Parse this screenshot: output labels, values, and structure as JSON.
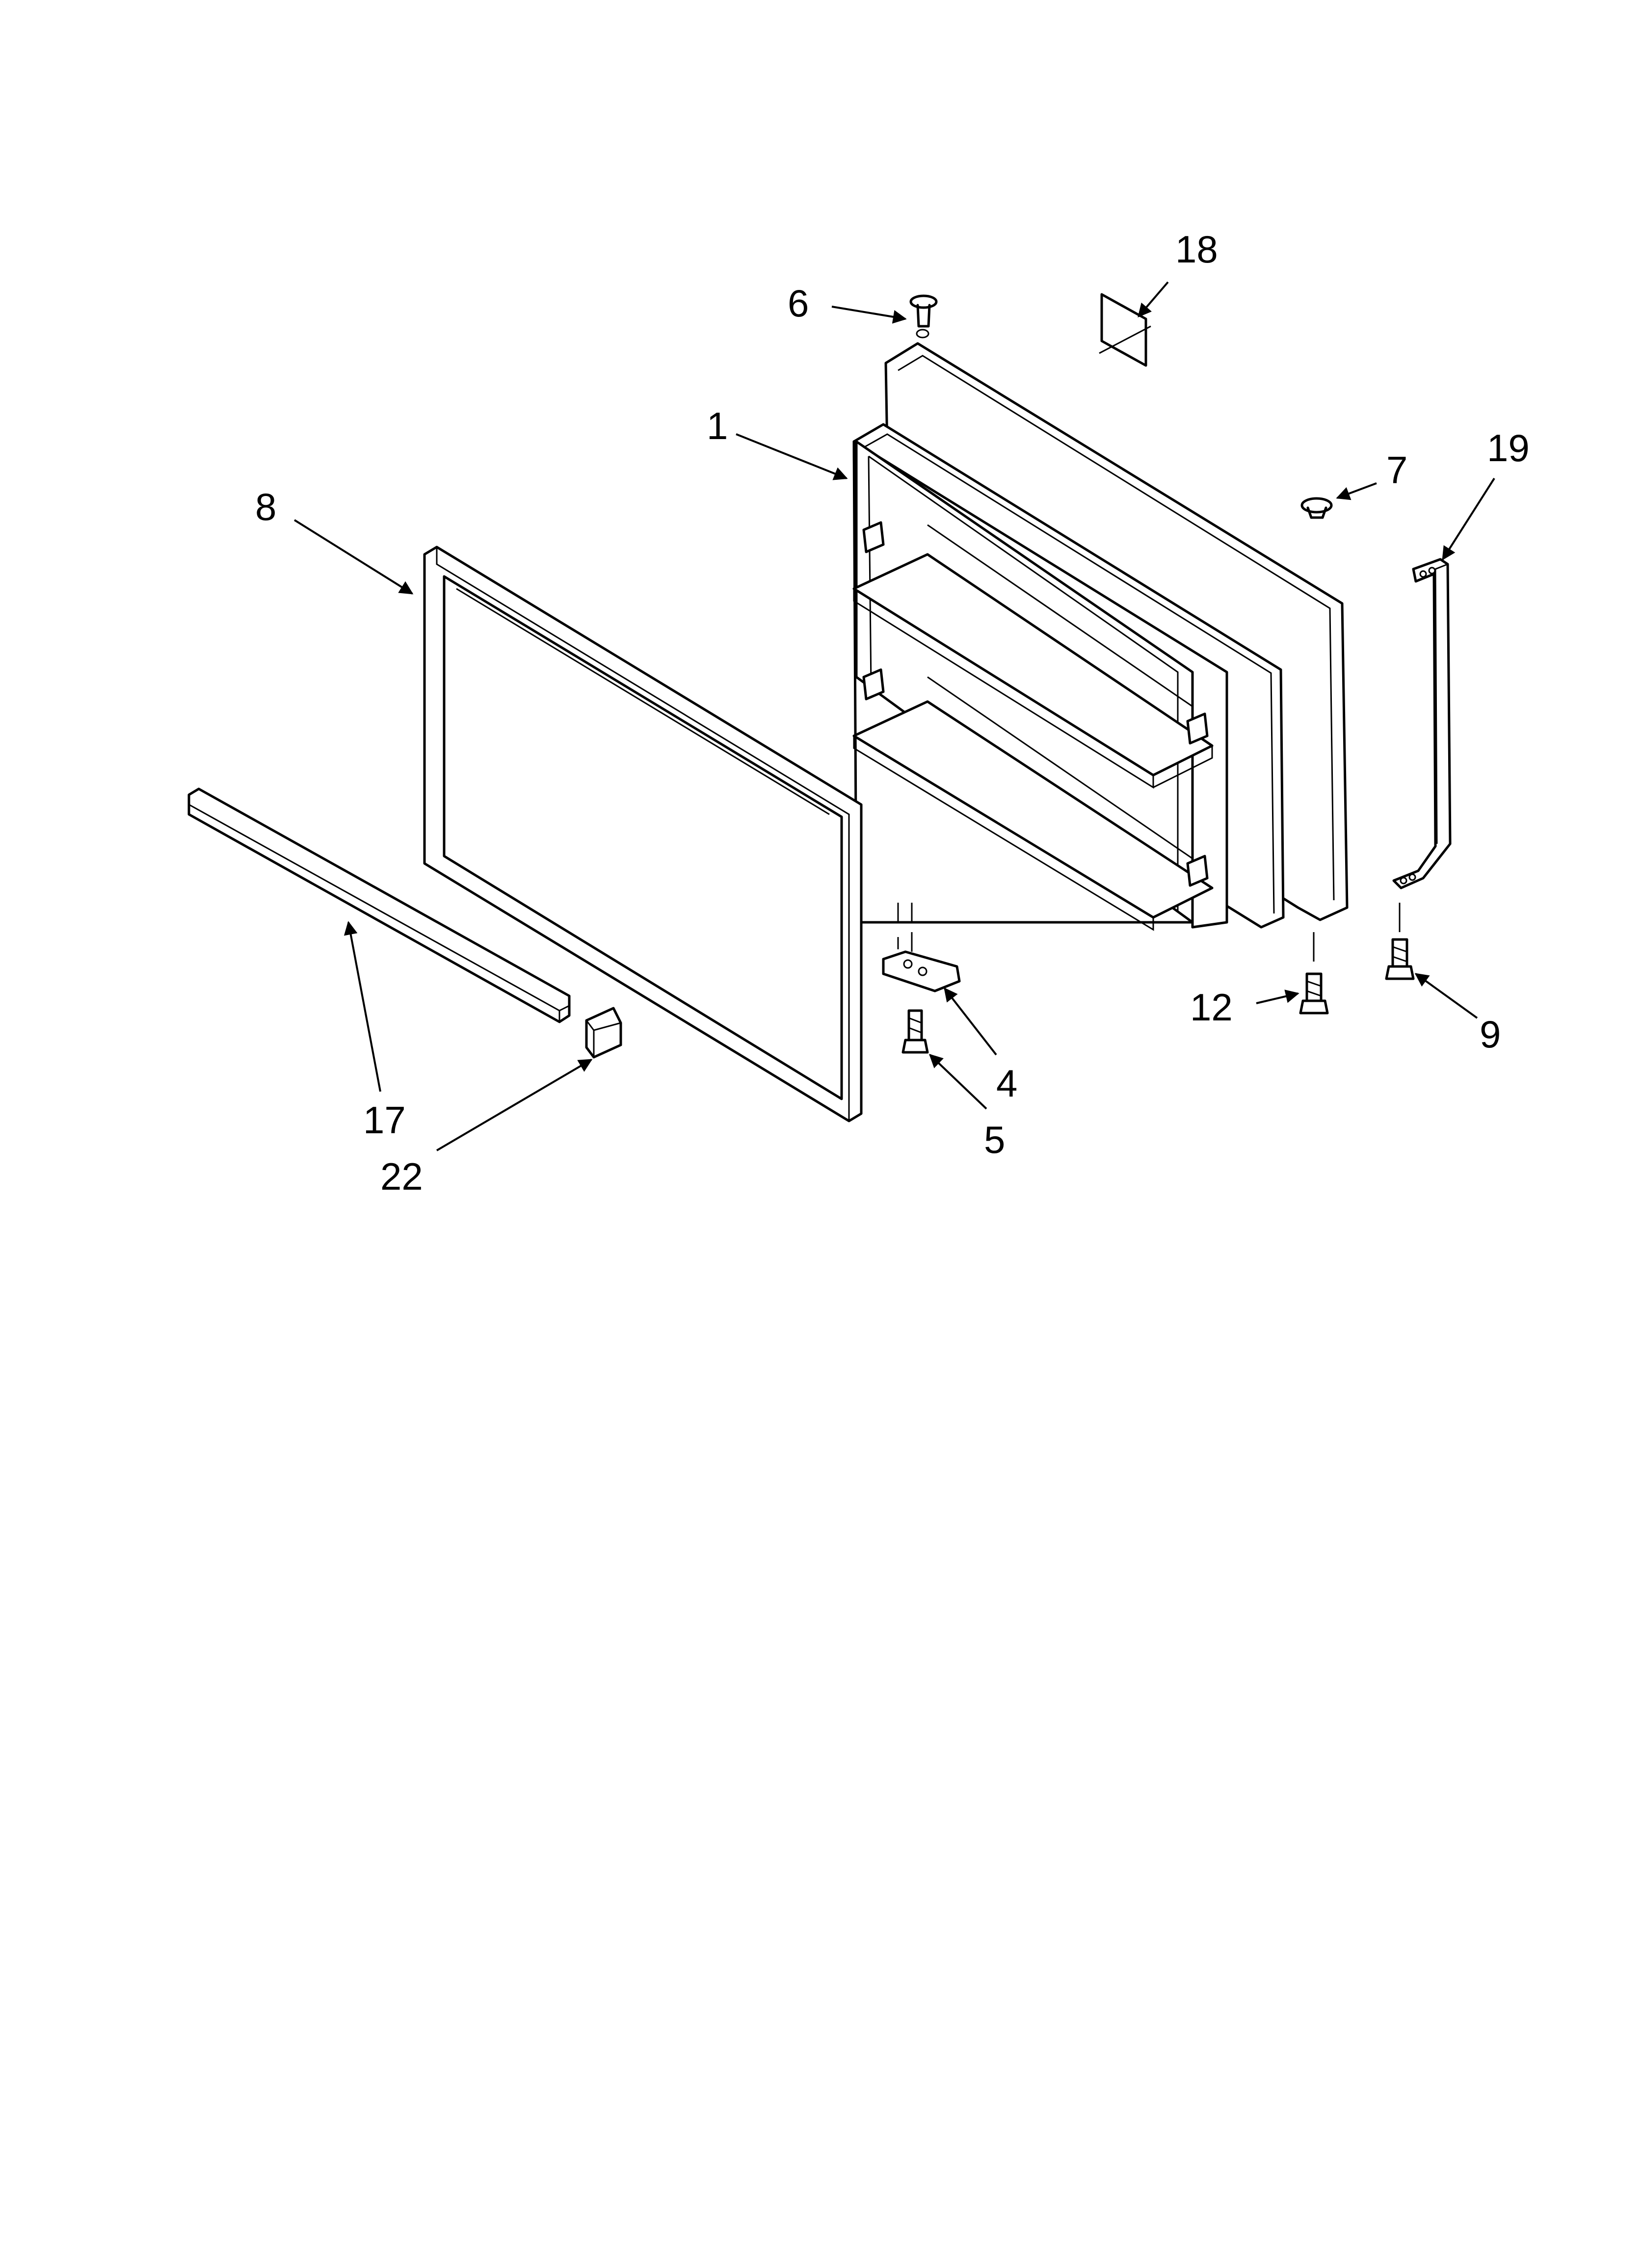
{
  "diagram": {
    "callouts": {
      "c1": "1",
      "c4": "4",
      "c5": "5",
      "c6": "6",
      "c7": "7",
      "c8": "8",
      "c9": "9",
      "c12": "12",
      "c17": "17",
      "c18": "18",
      "c19": "19",
      "c22": "22"
    }
  }
}
